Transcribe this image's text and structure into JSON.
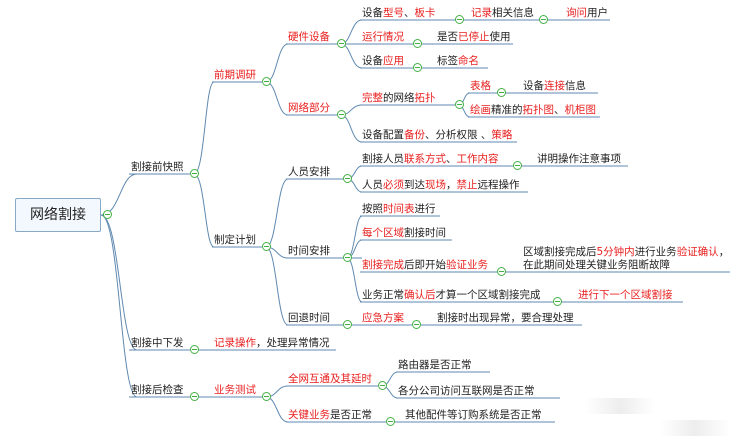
{
  "root": {
    "label": "网络割接"
  },
  "b1": {
    "label": "割接前快照",
    "s1": {
      "label": "前期调研",
      "hw": {
        "label": "硬件设备",
        "n1": {
          "t1": "设备",
          "t2": "型号",
          "t3": "、",
          "t4": "板卡",
          "k1": "记录",
          "k2": "相关信息",
          "k3": "询问",
          "k4": "用户"
        },
        "n2": {
          "label": "运行情况",
          "child": {
            "t1": "是否",
            "t2": "已停止",
            "t3": "使用"
          }
        },
        "n3": {
          "t1": "设备",
          "t2": "应用",
          "child": {
            "t1": "标签",
            "t2": "命名"
          }
        }
      },
      "net": {
        "label": "网络部分",
        "n1": {
          "t1": "完整",
          "t2": "的网络",
          "t3": "拓扑",
          "c1": {
            "label": "表格",
            "child": {
              "t1": "设备",
              "t2": "连接",
              "t3": "信息"
            }
          },
          "c2": {
            "t1": "绘画",
            "t2": "精准的",
            "t3": "拓扑图",
            "t4": "、",
            "t5": "机柜图"
          }
        },
        "n2": {
          "t1": "设备配置",
          "t2": "备份",
          "t3": "、分析权限 、",
          "t4": "策略"
        }
      }
    },
    "s2": {
      "label": "制定计划",
      "ppl": {
        "label": "人员安排",
        "n1": {
          "t1": "割接人员",
          "t2": "联系方式",
          "t3": "、",
          "t4": "工作内容",
          "child": "讲明操作注意事项"
        },
        "n2": {
          "t1": "人员",
          "t2": "必须",
          "t3": "到达",
          "t4": "现场",
          "t5": "，",
          "t6": "禁止",
          "t7": "远程操作"
        }
      },
      "time": {
        "label": "时间安排",
        "n1": {
          "t1": "按照",
          "t2": "时间表",
          "t3": "进行"
        },
        "n2": {
          "t1": "每个区域",
          "t2": "割接时间"
        },
        "n3": {
          "t1": "割接完成",
          "t2": "后即开始",
          "t3": "验证业务",
          "child": {
            "l1a": "区域割接完成后",
            "l1b": "5分钟内",
            "l1c": "进行业务",
            "l1d": "验证确认",
            "l1e": "，",
            "l2": "在此期间处理关键业务阻断故障"
          }
        },
        "n4": {
          "t1": "业务正常",
          "t2": "确认后",
          "t3": "才算一个区域割接完成",
          "child": {
            "t1": "进行下一个",
            "t2": "区域割接"
          }
        }
      },
      "rb": {
        "label": "回退时间",
        "n1": {
          "label": "应急方案",
          "child": "割接时出现异常，要合理处理"
        }
      }
    }
  },
  "b2": {
    "label": "割接中下发",
    "n1": {
      "t1": "记录操作",
      "t2": "，处理异常情况"
    }
  },
  "b3": {
    "label": "割接后检查",
    "s1": {
      "label": "业务测试",
      "n1": {
        "label": "全网互通及其延时",
        "c1": "路由器是否正常",
        "c2": "各分公司访问互联网是否正常"
      },
      "n2": {
        "t1": "关键业务",
        "t2": "是否正常",
        "child": "其他配件等订购系统是否正常"
      }
    }
  }
}
